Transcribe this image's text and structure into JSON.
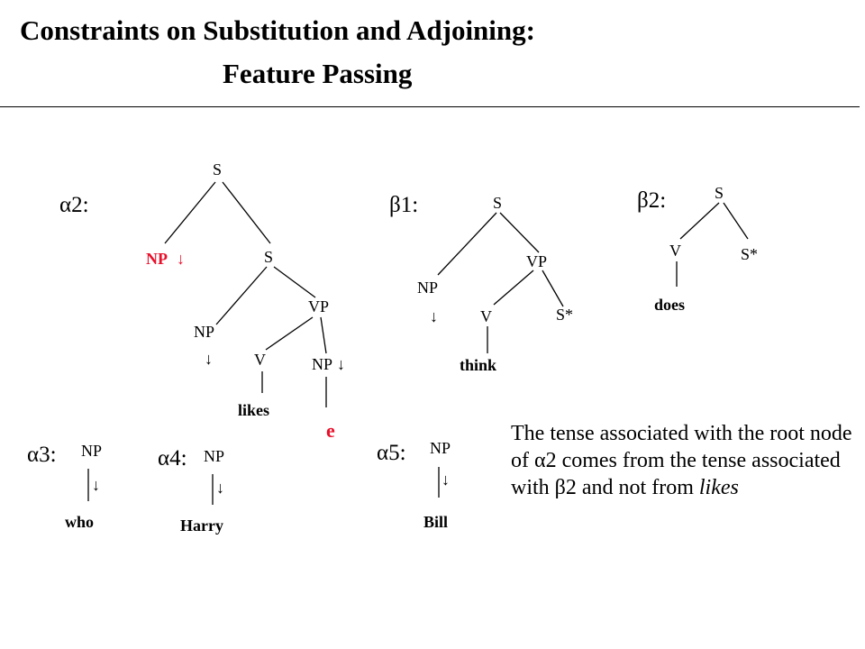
{
  "title": {
    "line1": "Constraints on Substitution and Adjoining:",
    "line2": "Feature Passing"
  },
  "trees": {
    "alpha2": {
      "label": "α2:",
      "root": "S",
      "subst_np": "NP",
      "inner_s": "S",
      "np": "NP",
      "vp": "VP",
      "v": "V",
      "obj_np": "NP",
      "verb": "likes",
      "trace": "e",
      "arrow": "↓"
    },
    "beta1": {
      "label": "β1:",
      "root": "S",
      "np": "NP",
      "vp": "VP",
      "v": "V",
      "foot": "S*",
      "verb": "think",
      "arrow": "↓"
    },
    "beta2": {
      "label": "β2:",
      "root": "S",
      "v": "V",
      "foot": "S*",
      "verb": "does"
    },
    "alpha3": {
      "label": "α3:",
      "np": "NP",
      "word": "who",
      "arrow": "↓"
    },
    "alpha4": {
      "label": "α4:",
      "np": "NP",
      "word": "Harry",
      "arrow": "↓"
    },
    "alpha5": {
      "label": "α5:",
      "np": "NP",
      "word": "Bill",
      "arrow": "↓"
    }
  },
  "note": {
    "part1": "The tense associated with the root node of ",
    "ref1": "α2",
    "part2": " comes from the tense associated with ",
    "ref2": "β2",
    "part3": " and not from ",
    "word": "likes"
  },
  "colors": {
    "highlight": "#e8102a",
    "ink": "#000000"
  }
}
